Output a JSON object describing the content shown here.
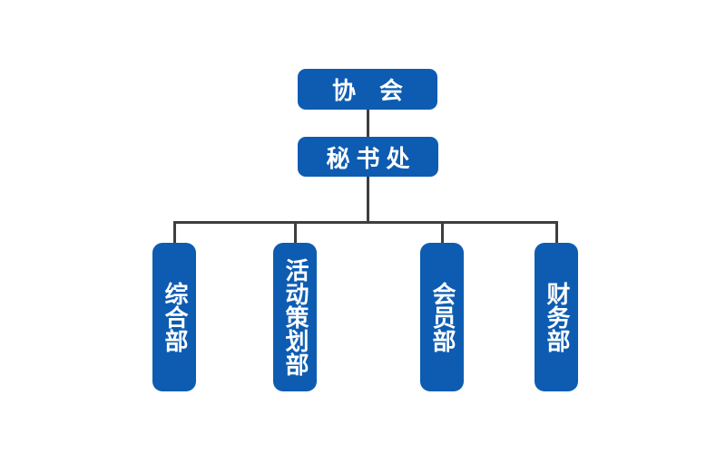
{
  "org_chart": {
    "type": "organization-chart",
    "root": {
      "label": "协　会"
    },
    "secretariat": {
      "label": "秘书处"
    },
    "departments": [
      {
        "label": "综合部"
      },
      {
        "label": "活动策划部"
      },
      {
        "label": "会员部"
      },
      {
        "label": "财务部"
      }
    ]
  },
  "colors": {
    "node_fill": "#0d5cb2",
    "node_text": "#ffffff",
    "connector": "#3e3e3e",
    "background": "#ffffff"
  }
}
